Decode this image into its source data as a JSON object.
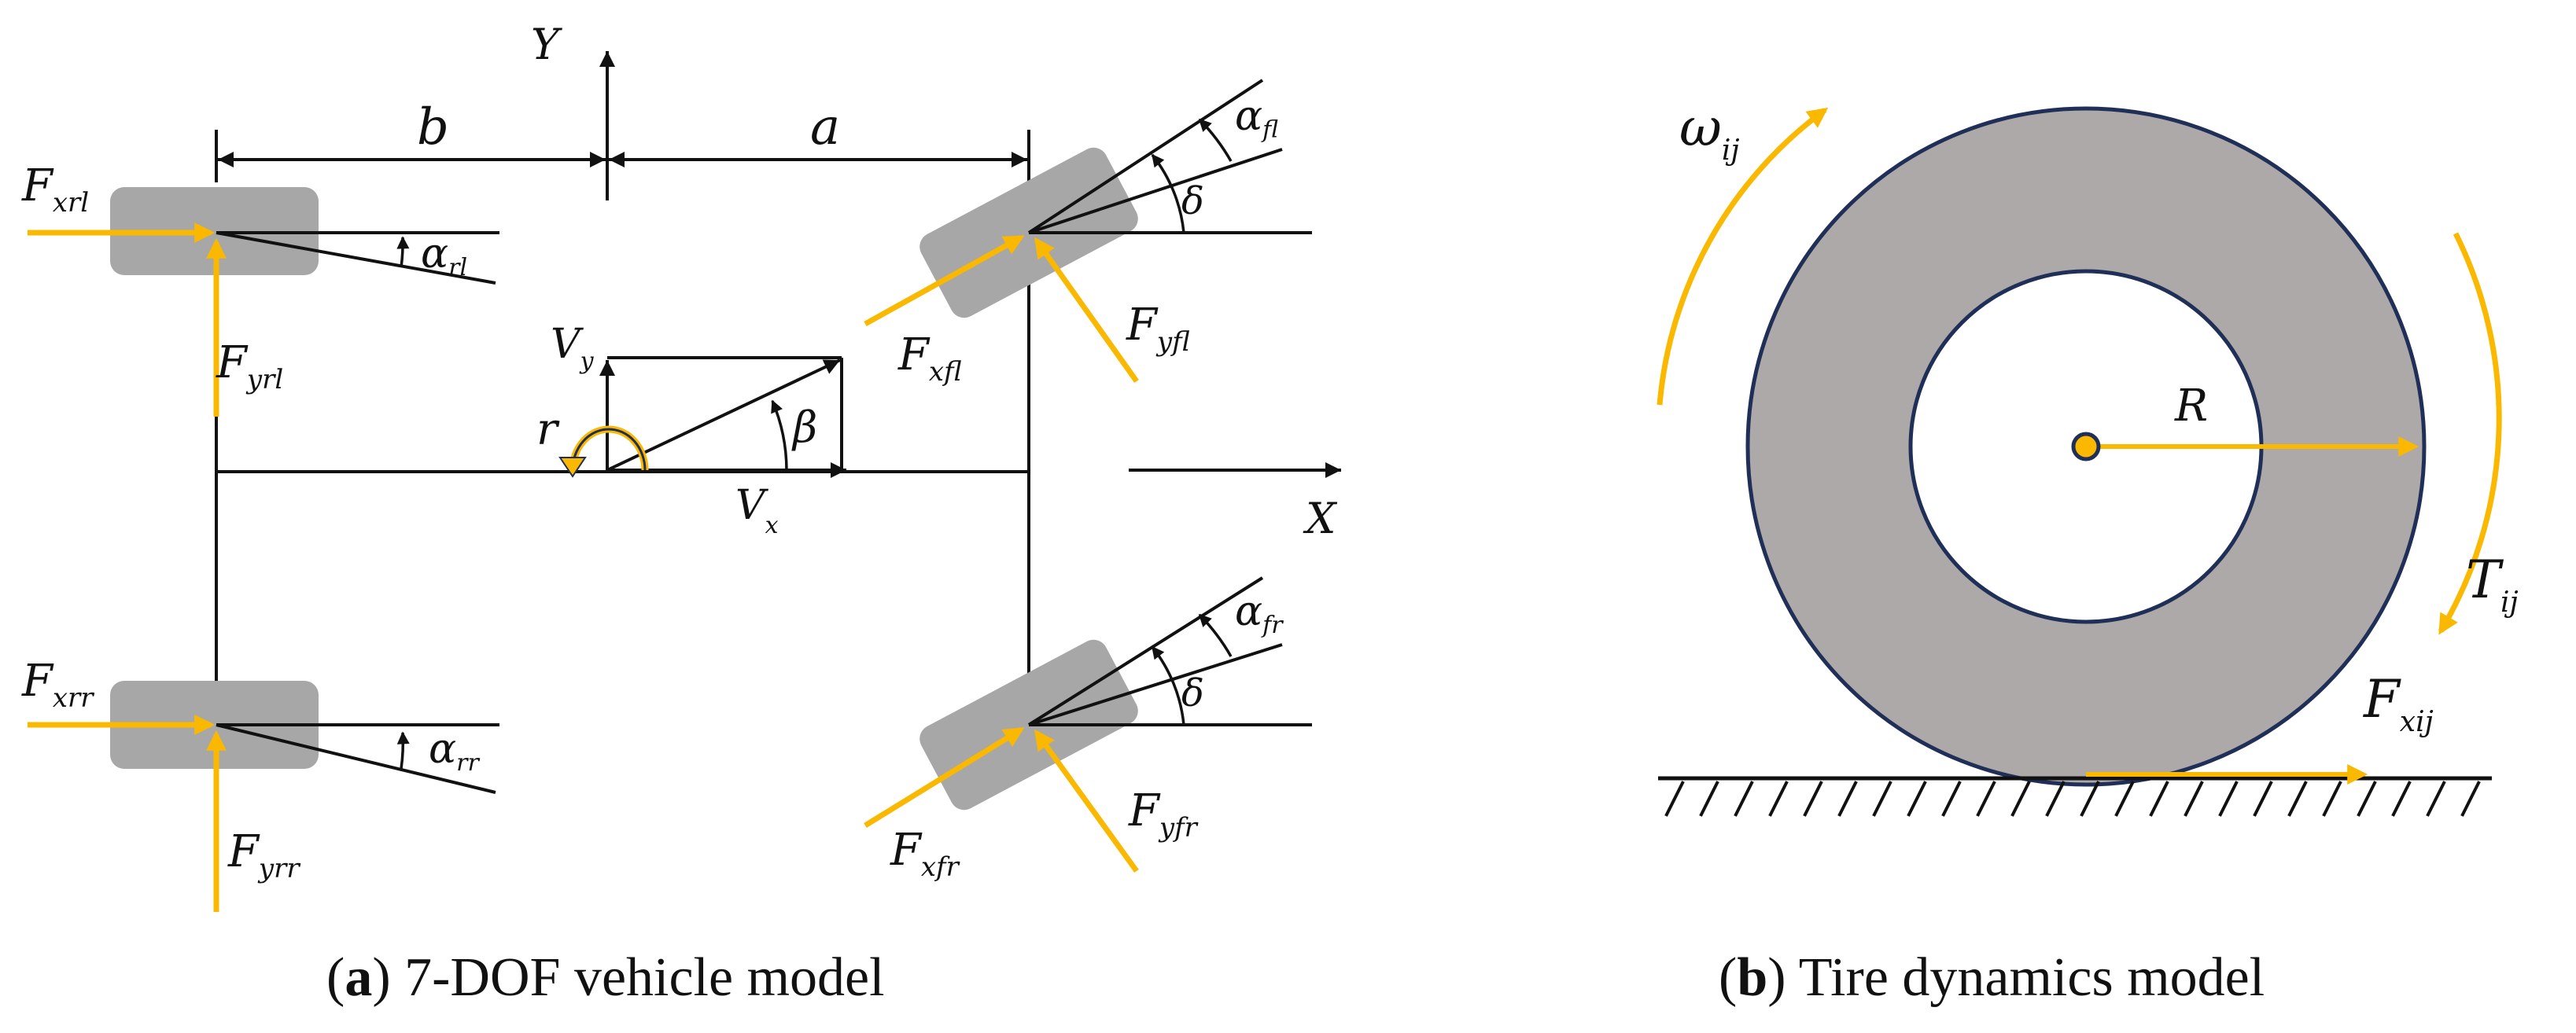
{
  "colors": {
    "force_arrow": "#FBB800",
    "wheel_fill": "#A7A7A7",
    "tire_fill": "#ADA9A8",
    "tire_stroke": "#1F2F57",
    "line": "#111111",
    "background": "#FFFFFF"
  },
  "panel_a": {
    "axes": {
      "y": "Y",
      "x": "X"
    },
    "dimensions": {
      "b": "b",
      "a": "a"
    },
    "velocity": {
      "vy_main": "V",
      "vy_sub": "y",
      "vx_main": "V",
      "vx_sub": "x",
      "beta": "β",
      "yaw_rate": "r"
    },
    "rear_left": {
      "fx_main": "F",
      "fx_sub": "xrl",
      "fy_main": "F",
      "fy_sub": "yrl",
      "alpha_main": "α",
      "alpha_sub": "rl"
    },
    "rear_right": {
      "fx_main": "F",
      "fx_sub": "xrr",
      "fy_main": "F",
      "fy_sub": "yrr",
      "alpha_main": "α",
      "alpha_sub": "rr"
    },
    "front_left": {
      "fx_main": "F",
      "fx_sub": "xfl",
      "fy_main": "F",
      "fy_sub": "yfl",
      "alpha_main": "α",
      "alpha_sub": "fl",
      "delta": "δ"
    },
    "front_right": {
      "fx_main": "F",
      "fx_sub": "xfr",
      "fy_main": "F",
      "fy_sub": "yfr",
      "alpha_main": "α",
      "alpha_sub": "fr",
      "delta": "δ"
    },
    "caption": {
      "letter": "a",
      "open": "(",
      "close": ")",
      "text": " 7-DOF vehicle model"
    }
  },
  "panel_b": {
    "omega_main": "ω",
    "omega_sub": "ij",
    "radius": "R",
    "torque_main": "T",
    "torque_sub": "ij",
    "force_main": "F",
    "force_sub": "xij",
    "caption": {
      "letter": "b",
      "open": "(",
      "close": ")",
      "text": " Tire dynamics model"
    }
  }
}
